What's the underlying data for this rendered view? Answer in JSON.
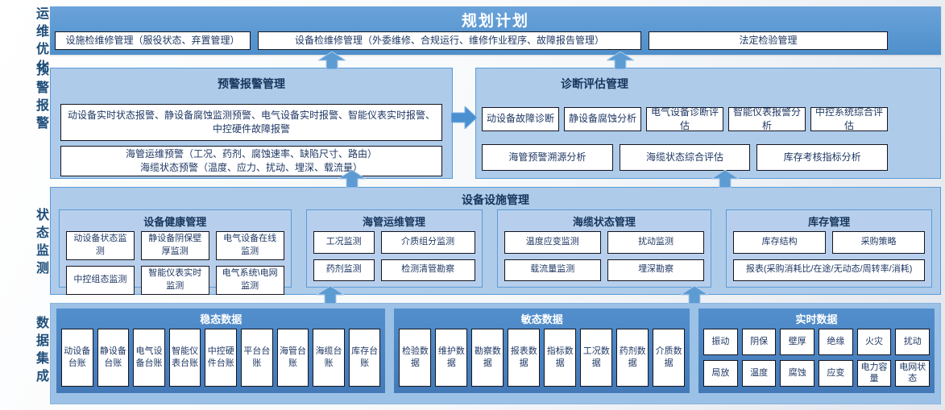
{
  "colors": {
    "band_blue": "#5b9bd5",
    "band_blue_dark": "#4379b7",
    "light_band": "#aecbea",
    "facility_group_fill": "#b7cfec",
    "bottom_outer": "#9cc1e6",
    "title_navy": "#17365d",
    "box_text_navy": "#1f3864",
    "rail_text": "#1f4e79",
    "arrow_blue": "#5d9bd3",
    "box_fill": "#ffffff"
  },
  "rail": {
    "labels": [
      "运维优化",
      "预警报警",
      "状态监测",
      "数据集成"
    ]
  },
  "planning": {
    "title": "规划计划",
    "items": [
      "设施检维修管理（服役状态、弃置管理）",
      "设备检维修管理（外委维修、合规运行、维修作业程序、故障报告管理）",
      "法定检验管理"
    ]
  },
  "warning": {
    "title": "预警报警管理",
    "realtime_alarms": "动设备实时状态报警、静设备腐蚀监测预警、电气设备实时报警、智能仪表实时报警、中控硬件故障报警",
    "pipeline_alert": "海管运维预警（工况、药剂、腐蚀速率、缺陷尺寸、路由）",
    "cable_alert": "海缆状态预警（温度、应力、扰动、埋深、载流量）"
  },
  "diagnosis": {
    "title": "诊断评估管理",
    "row1": [
      "动设备故障诊断",
      "静设备腐蚀分析",
      "电气设备诊断评估",
      "智能仪表报警分析",
      "中控系统综合评估"
    ],
    "row2": [
      "海管预警溯源分析",
      "海缆状态综合评估",
      "库存考核指标分析"
    ]
  },
  "facility": {
    "title": "设备设施管理",
    "groups": [
      {
        "title": "设备健康管理",
        "row1": [
          "动设备状态监测",
          "静设备阴保壁厚监测",
          "电气设备在线监测"
        ],
        "row2": [
          "中控组态监测",
          "智能仪表实时监测",
          "电气系统\\电网监测"
        ]
      },
      {
        "title": "海管运维管理",
        "row1": [
          "工况监测",
          "介质组分监测"
        ],
        "row2": [
          "药剂监测",
          "检测清管勘察"
        ]
      },
      {
        "title": "海缆状态管理",
        "row1": [
          "温度应变监测",
          "扰动监测"
        ],
        "row2": [
          "载流量监测",
          "埋深勘察"
        ]
      },
      {
        "title": "库存管理",
        "row1": [
          "库存结构",
          "采购策略"
        ],
        "row2": [
          "报表(采购消耗比/在途/无动态/周转率/消耗)"
        ]
      }
    ]
  },
  "data_integration": {
    "groups": [
      {
        "title": "稳态数据",
        "items": [
          "动设备台账",
          "静设备台账",
          "电气设备台账",
          "智能仪表台账",
          "中控硬件台账",
          "平台台账",
          "海管台账",
          "海缆台账",
          "库存台账"
        ]
      },
      {
        "title": "敏态数据",
        "items": [
          "检验数据",
          "维护数据",
          "勘察数据",
          "报表数据",
          "指标数据",
          "工况数据",
          "药剂数据",
          "介质数据"
        ]
      },
      {
        "title": "实时数据",
        "row1": [
          "振动",
          "阴保",
          "壁厚",
          "绝缘",
          "火灾",
          "扰动"
        ],
        "row2": [
          "局放",
          "温度",
          "腐蚀",
          "应变",
          "电力容量",
          "电网状态"
        ]
      }
    ]
  }
}
